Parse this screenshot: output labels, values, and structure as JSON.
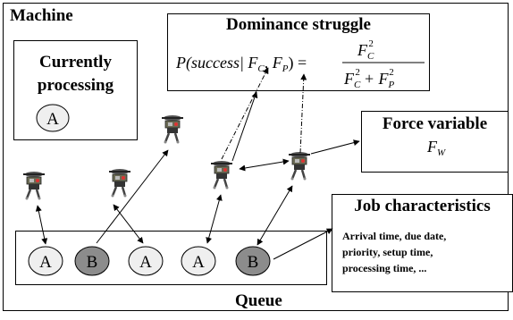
{
  "machine": {
    "title": "Machine"
  },
  "current": {
    "label_line1": "Currently",
    "label_line2": "processing",
    "job": "A"
  },
  "dominance": {
    "title": "Dominance struggle",
    "formula": {
      "lhs_P": "P",
      "lhs_args": "(success| F",
      "lhs_sub_c": "C",
      "lhs_mid": ", F",
      "lhs_sub_p": "P",
      "lhs_end": ") =",
      "num_F": "F",
      "num_sub": "C",
      "num_sup": "2",
      "den_F1": "F",
      "den_sub1": "C",
      "den_sup1": "2",
      "den_plus": "+ F",
      "den_sub2": "P",
      "den_sup2": "2"
    }
  },
  "force": {
    "title": "Force variable",
    "var": "F",
    "sub": "W"
  },
  "queue": {
    "label": "Queue",
    "jobs": [
      "A",
      "B",
      "A",
      "A",
      "B"
    ]
  },
  "job": {
    "title": "Job characteristics",
    "lines": [
      "Arrival time, due date,",
      "priority, setup time,",
      "processing time, ..."
    ]
  },
  "colors": {
    "job_a": "#efefef",
    "job_b": "#8c8c8c",
    "stroke": "#000000"
  },
  "icons": [
    "robot-icon"
  ]
}
